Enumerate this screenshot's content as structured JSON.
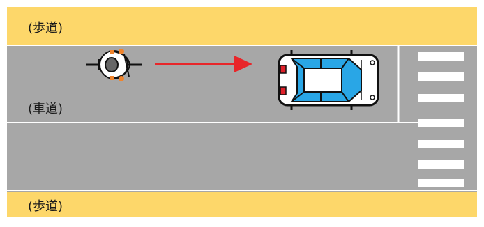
{
  "labels": {
    "sidewalk_top": "(歩道)",
    "roadway": "(車道)",
    "sidewalk_bottom": "(歩道)"
  },
  "colors": {
    "sidewalk": "#fdd76a",
    "road": "#a7a7a7",
    "lane_line": "#ffffff",
    "crosswalk": "#ffffff",
    "arrow": "#e8262a",
    "car_body": "#ffffff",
    "car_window": "#29a6e6",
    "car_outline": "#111111",
    "car_light": "#e0202a",
    "bicycle_accent": "#f0842c"
  },
  "icons": {
    "bicycle": "bicycle-icon",
    "car": "car-icon",
    "direction_arrow": "arrow-right-icon"
  }
}
